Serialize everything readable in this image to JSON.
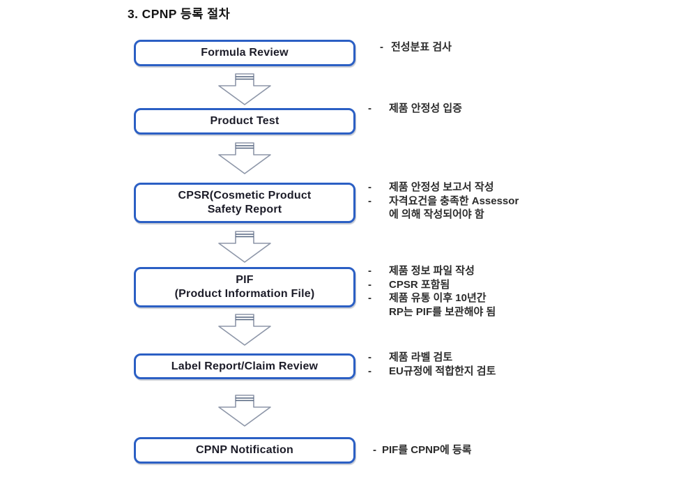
{
  "title": "3. CPNP 등록 절차",
  "colors": {
    "background": "#ffffff",
    "box_border": "#2b5fc4",
    "box_fill": "#ffffff",
    "box_text": "#1c1c28",
    "note_text": "#2b2b2b",
    "title_text": "#141414",
    "arrow_outline": "#8d96a8",
    "arrow_band": "#53647f"
  },
  "steps": [
    {
      "id": "formula-review",
      "label_lines": [
        "Formula Review"
      ],
      "notes": [
        {
          "bullet": "-",
          "text": "전성분표 검사"
        }
      ]
    },
    {
      "id": "product-test",
      "label_lines": [
        "Product Test"
      ],
      "notes": [
        {
          "bullet": "-",
          "text": "제품 안정성 입증"
        }
      ]
    },
    {
      "id": "cpsr",
      "label_lines": [
        "CPSR(Cosmetic Product",
        "Safety Report"
      ],
      "notes": [
        {
          "bullet": "-",
          "text": "제품 안정성 보고서 작성"
        },
        {
          "bullet": "-",
          "text": "자격요건을 충족한 Assessor"
        },
        {
          "bullet": "",
          "text": "에 의해 작성되어야 함"
        }
      ]
    },
    {
      "id": "pif",
      "label_lines": [
        "PIF",
        "(Product Information File)"
      ],
      "notes": [
        {
          "bullet": "-",
          "text": "제품 정보 파일 작성"
        },
        {
          "bullet": "-",
          "text": "CPSR 포함됨"
        },
        {
          "bullet": "-",
          "text": "제품 유통 이후 10년간"
        },
        {
          "bullet": "",
          "text": "RP는 PIF를 보관해야 됨"
        }
      ]
    },
    {
      "id": "label-claim-review",
      "label_lines": [
        "Label Report/Claim Review"
      ],
      "notes": [
        {
          "bullet": "-",
          "text": "제품 라벨 검토"
        },
        {
          "bullet": "-",
          "text": "EU규정에 적합한지 검토"
        }
      ]
    },
    {
      "id": "cpnp-notification",
      "label_lines": [
        "CPNP Notification"
      ],
      "notes": [
        {
          "bullet": "-",
          "text": "PIF를 CPNP에 등록"
        }
      ]
    }
  ]
}
